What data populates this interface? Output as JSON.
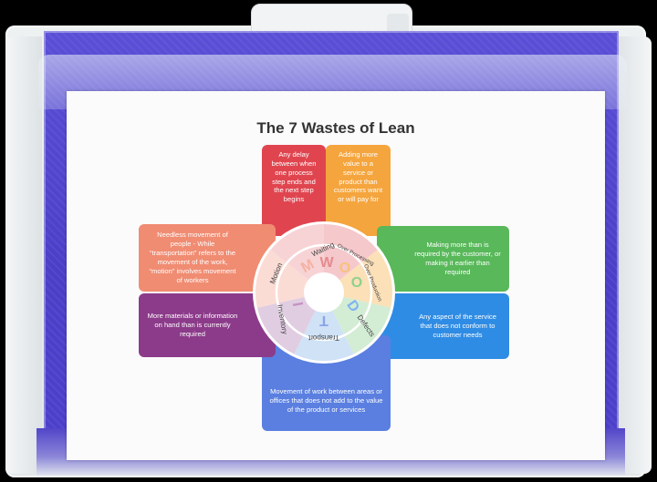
{
  "title": "The 7 Wastes of Lean",
  "cards": {
    "waiting": "Any delay between when one process step ends and the next step begins",
    "overprocessing": "Adding more value to a service or product than customers want or will pay for",
    "overproduction": "Making more than is required by the customer, or making it earlier than required",
    "defects": "Any aspect of the service that does not conform to customer needs",
    "transport": "Movement of work between areas or offices that does not add to the value of the product or services",
    "inventory": "More materials or information on hand than is currently required",
    "motion": "Needless movement of people - While “transportation” refers to the movement of the work, “motion” involves movement of workers"
  },
  "wheel": {
    "labels": {
      "waiting": "Waiting",
      "overprocessing": "Over Processing",
      "overproduction": "Over Production",
      "defects": "Defects",
      "transport": "Transport",
      "inventory": "Inventory",
      "motion": "Motion"
    },
    "letters": [
      "W",
      "O",
      "O",
      "D",
      "T",
      "I",
      "M"
    ]
  },
  "colors": {
    "waiting": "#e0454f",
    "overprocessing": "#f5a53d",
    "overproduction": "#58b85a",
    "defects": "#2f8ce4",
    "transport": "#5a7fe0",
    "inventory": "#8c3b8a",
    "motion": "#f08c72"
  }
}
